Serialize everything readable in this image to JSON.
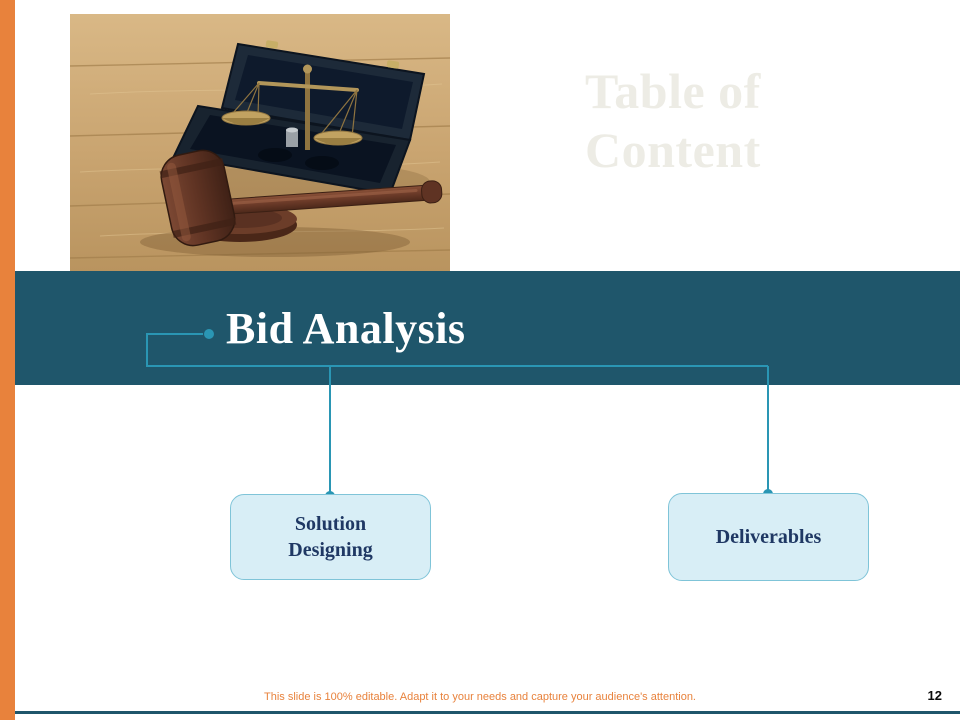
{
  "slide": {
    "watermark_title": "Table of Content",
    "page_number": "12",
    "footer_note": "This slide is 100% editable. Adapt it to your needs and capture your audience's attention."
  },
  "section": {
    "title": "Bid Analysis"
  },
  "nodes": [
    {
      "label": "Solution Designing"
    },
    {
      "label": "Deliverables"
    }
  ],
  "image": {
    "name": "gavel-scales-photo",
    "alt": "Wooden gavel and brass balance scales in an open dark case on a wooden table"
  },
  "colors": {
    "accent_orange": "#E8823C",
    "band_teal": "#1F566B",
    "connector_teal": "#2A96B4",
    "node_fill": "#D8EEF6",
    "node_border": "#7FC4D8",
    "node_text": "#1F3864",
    "watermark_gray": "#EDECE5"
  }
}
